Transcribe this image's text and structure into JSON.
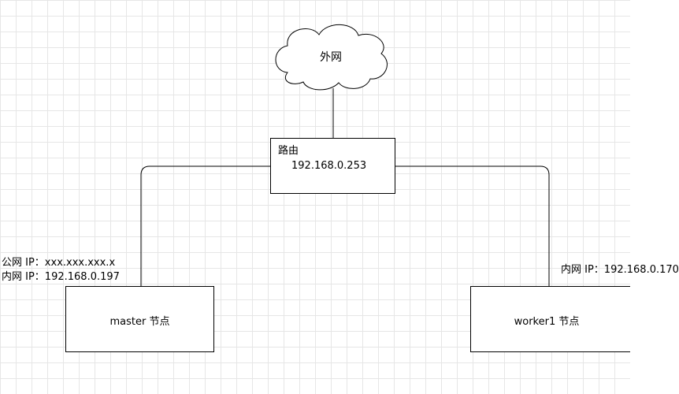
{
  "cloud": {
    "label": "外网"
  },
  "router": {
    "title": "路由",
    "ip": "192.168.0.253"
  },
  "master": {
    "label": "master 节点",
    "public_ip_label": "公网 IP：xxx.xxx.xxx.x",
    "private_ip_label": "内网 IP：192.168.0.197"
  },
  "worker": {
    "label": "worker1 节点",
    "private_ip_label": "内网 IP：192.168.0.170"
  },
  "colors": {
    "line": "#000000",
    "grid": "#e6e6e6",
    "background": "#ffffff"
  }
}
